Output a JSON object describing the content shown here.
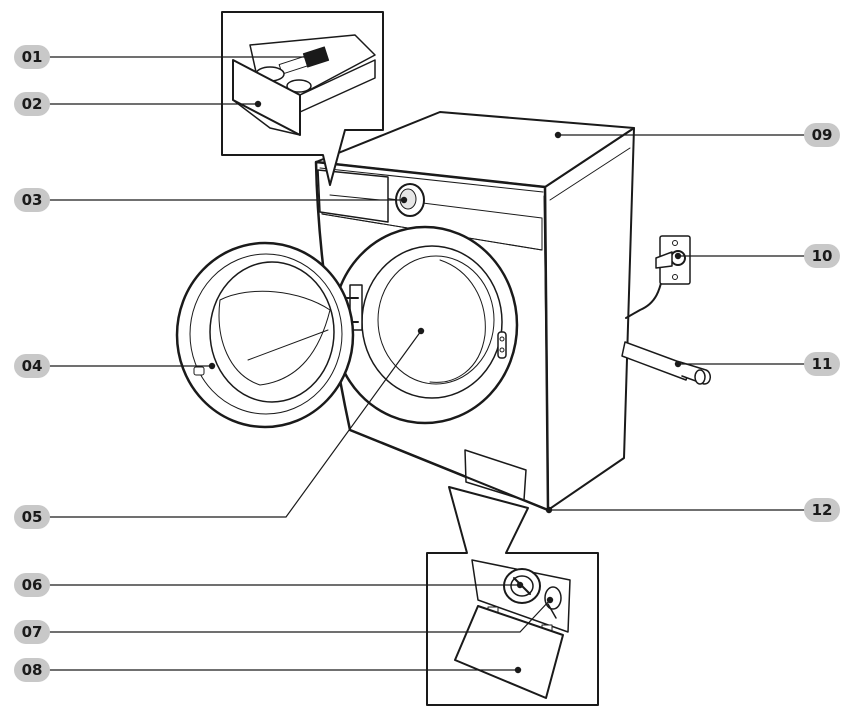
{
  "callouts": {
    "c01": "01",
    "c02": "02",
    "c03": "03",
    "c04": "04",
    "c05": "05",
    "c06": "06",
    "c07": "07",
    "c08": "08",
    "c09": "09",
    "c10": "10",
    "c11": "11",
    "c12": "12"
  },
  "colors": {
    "badge": "#c8c8c8",
    "line": "#1a1a1a",
    "shade": "#e6e6e6"
  }
}
